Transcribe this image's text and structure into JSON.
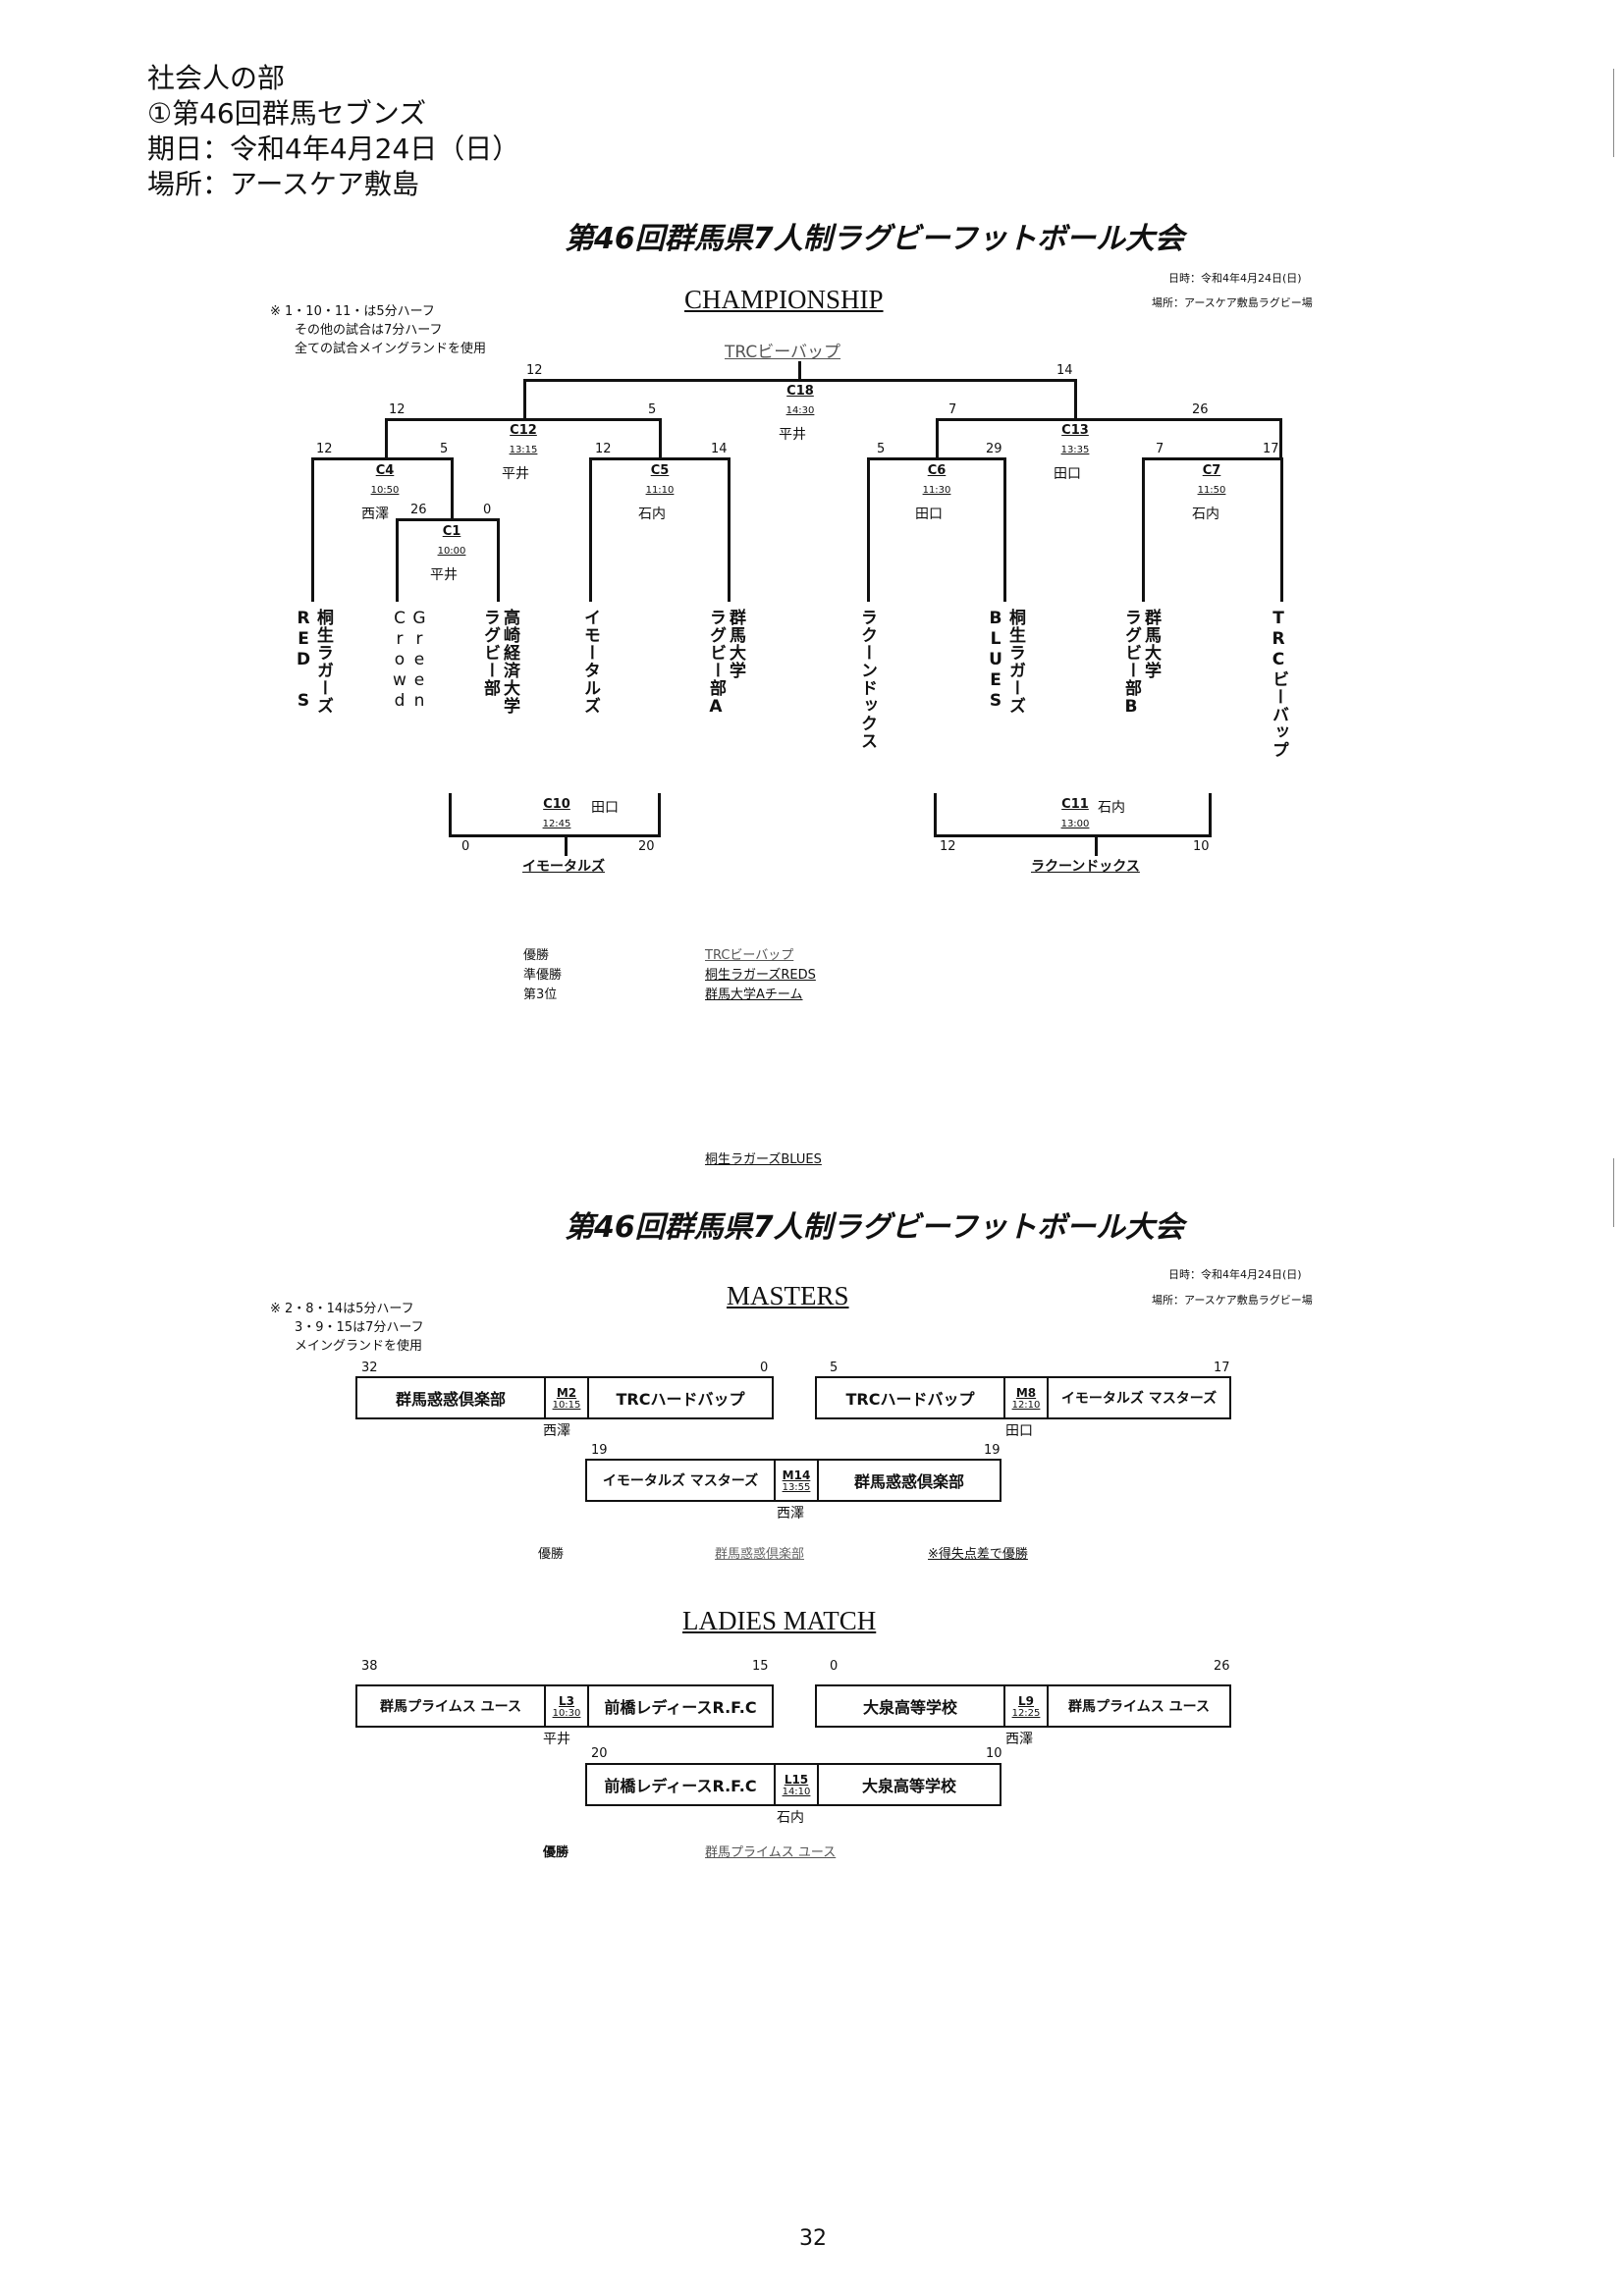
{
  "header": {
    "line1": "社会人の部",
    "line2": "①第46回群馬セブンズ",
    "line3": "期日：令和4年4月24日（日）",
    "line4": "場所：アースケア敷島"
  },
  "championship": {
    "title": "第46回群馬県7人制ラグビーフットボール大会",
    "subtitle": "CHAMPIONSHIP",
    "date": "日時：令和4年4月24日(日)",
    "venue": "場所：アースケア敷島ラグビー場",
    "note1": "※ 1・10・11・は5分ハーフ",
    "note2": "その他の試合は7分ハーフ",
    "note3": "全ての試合メイングランドを使用",
    "winner_top": "TRCビーバップ",
    "teams": [
      "桐生ラガーズREDS",
      "Crowd",
      "Green",
      "高崎経済大学ラグビー部",
      "イモータルズ",
      "群馬大学ラグビー部A",
      "ラクーンドックス",
      "桐生ラガーズBLUES",
      "群馬大学ラグビー部B",
      "TRCビーバップ"
    ],
    "team_lines": {
      "t1a": "RED S",
      "t1b": "桐生ラガーズ",
      "t2a": "Crowd",
      "t2b": "Green",
      "t3a": "ラグビー部",
      "t3b": "高崎経済大学",
      "t4": "イモータルズ",
      "t5a": "ラグビー部A",
      "t5b": "群馬大学",
      "t6": "ラクーンドックス",
      "t7a": "BLUES",
      "t7b": "桐生ラガーズ",
      "t8a": "ラグビー部B",
      "t8b": "群馬大学",
      "t9": "TRCビーバップ"
    },
    "matches": {
      "c1": {
        "code": "C1",
        "time": "10:00",
        "ref": "平井",
        "s1": "26",
        "s2": "0"
      },
      "c4": {
        "code": "C4",
        "time": "10:50",
        "ref": "西澤",
        "s1": "12",
        "s2": "5"
      },
      "c5": {
        "code": "C5",
        "time": "11:10",
        "ref": "石内",
        "s1": "12",
        "s2": "14"
      },
      "c6": {
        "code": "C6",
        "time": "11:30",
        "ref": "田口",
        "s1": "5",
        "s2": "29"
      },
      "c7": {
        "code": "C7",
        "time": "11:50",
        "ref": "石内",
        "s1": "7",
        "s2": "17"
      },
      "c12": {
        "code": "C12",
        "time": "13:15",
        "ref": "平井",
        "s1": "12",
        "s2": "5"
      },
      "c13": {
        "code": "C13",
        "time": "13:35",
        "ref": "田口",
        "s1": "7",
        "s2": "26"
      },
      "c18": {
        "code": "C18",
        "time": "14:30",
        "ref": "平井",
        "s1": "12",
        "s2": "14"
      },
      "c10": {
        "code": "C10",
        "time": "12:45",
        "ref": "田口",
        "s1": "0",
        "s2": "20",
        "winner": "イモータルズ"
      },
      "c11": {
        "code": "C11",
        "time": "13:00",
        "ref": "石内",
        "s1": "12",
        "s2": "10",
        "winner": "ラクーンドックス"
      }
    },
    "results": {
      "l1": "優勝",
      "v1": "TRCビーバップ",
      "l2": "準優勝",
      "v2": "桐生ラガーズREDS",
      "l3": "第3位",
      "v3": "群馬大学Aチーム"
    },
    "extra": "桐生ラガーズBLUES"
  },
  "masters": {
    "title": "第46回群馬県7人制ラグビーフットボール大会",
    "subtitle": "MASTERS",
    "date": "日時：令和4年4月24日(日)",
    "venue": "場所：アースケア敷島ラグビー場",
    "note1": "※ 2・8・14は5分ハーフ",
    "note2": "3・9・15は7分ハーフ",
    "note3": "メイングランドを使用",
    "m2": {
      "left": "群馬惑惑倶楽部",
      "code": "M2",
      "time": "10:15",
      "right": "TRCハードバップ",
      "ref": "西澤",
      "s1": "32",
      "s2": "0"
    },
    "m8": {
      "left": "TRCハードバップ",
      "code": "M8",
      "time": "12:10",
      "right": "イモータルズ マスターズ",
      "ref": "田口",
      "s1": "5",
      "s2": "17"
    },
    "m14": {
      "left": "イモータルズ マスターズ",
      "code": "M14",
      "time": "13:55",
      "right": "群馬惑惑倶楽部",
      "ref": "西澤",
      "s1": "19",
      "s2": "19"
    },
    "win_label": "優勝",
    "win_value": "群馬惑惑倶楽部",
    "win_note": "※得失点差で優勝"
  },
  "ladies": {
    "subtitle": "LADIES MATCH",
    "l3": {
      "left": "群馬プライムス ユース",
      "code": "L3",
      "time": "10:30",
      "right": "前橋レディースR.F.C",
      "ref": "平井",
      "s1": "38",
      "s2": "15"
    },
    "l9": {
      "left": "大泉高等学校",
      "code": "L9",
      "time": "12:25",
      "right": "群馬プライムス ユース",
      "ref": "西澤",
      "s1": "0",
      "s2": "26"
    },
    "l15": {
      "left": "前橋レディースR.F.C",
      "code": "L15",
      "time": "14:10",
      "right": "大泉高等学校",
      "ref": "石内",
      "s1": "20",
      "s2": "10"
    },
    "win_label": "優勝",
    "win_value": "群馬プライムス ユース"
  },
  "page_number": "32"
}
